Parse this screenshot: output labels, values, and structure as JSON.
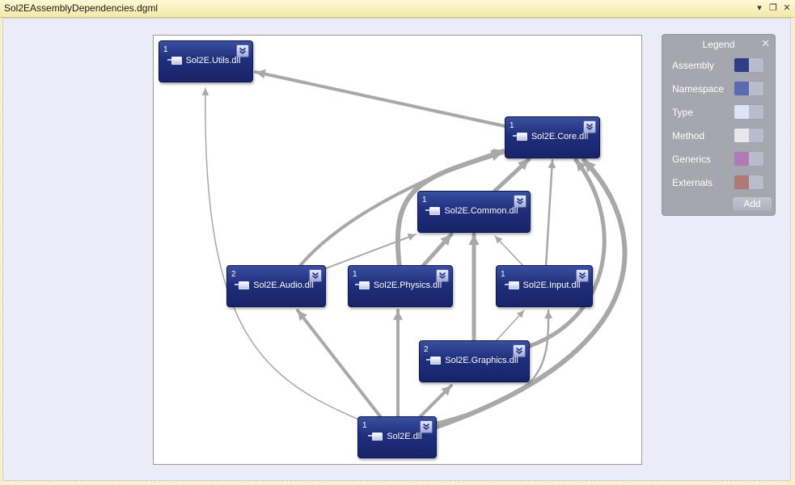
{
  "window": {
    "title": "Sol2EAssemblyDependencies.dgml",
    "controls": {
      "dropdown": "▾",
      "restore": "❐",
      "close": "✕"
    }
  },
  "nodes": [
    {
      "id": "utils",
      "count": "1",
      "label": "Sol2E.Utils.dll"
    },
    {
      "id": "core",
      "count": "1",
      "label": "Sol2E.Core.dll"
    },
    {
      "id": "common",
      "count": "1",
      "label": "Sol2E.Common.dll"
    },
    {
      "id": "audio",
      "count": "2",
      "label": "Sol2E.Audio.dll"
    },
    {
      "id": "physics",
      "count": "1",
      "label": "Sol2E.Physics.dll"
    },
    {
      "id": "input",
      "count": "1",
      "label": "Sol2E.Input.dll"
    },
    {
      "id": "graphics",
      "count": "2",
      "label": "Sol2E.Graphics.dll"
    },
    {
      "id": "main",
      "count": "1",
      "label": "Sol2E.dll"
    }
  ],
  "edges": [
    {
      "from": "core",
      "to": "utils"
    },
    {
      "from": "main",
      "to": "utils"
    },
    {
      "from": "common",
      "to": "core"
    },
    {
      "from": "audio",
      "to": "core"
    },
    {
      "from": "audio",
      "to": "common"
    },
    {
      "from": "physics",
      "to": "core"
    },
    {
      "from": "physics",
      "to": "common"
    },
    {
      "from": "input",
      "to": "core"
    },
    {
      "from": "input",
      "to": "common"
    },
    {
      "from": "graphics",
      "to": "core"
    },
    {
      "from": "graphics",
      "to": "common"
    },
    {
      "from": "graphics",
      "to": "input"
    },
    {
      "from": "main",
      "to": "audio"
    },
    {
      "from": "main",
      "to": "physics"
    },
    {
      "from": "main",
      "to": "graphics"
    },
    {
      "from": "main",
      "to": "input"
    },
    {
      "from": "main",
      "to": "core"
    }
  ],
  "legend": {
    "title": "Legend",
    "close": "✕",
    "items": [
      {
        "name": "Assembly",
        "color": "#2e3f86"
      },
      {
        "name": "Namespace",
        "color": "#5a6bb0"
      },
      {
        "name": "Type",
        "color": "#dde4f8"
      },
      {
        "name": "Method",
        "color": "#e8e8ea"
      },
      {
        "name": "Generics",
        "color": "#b07ab2"
      },
      {
        "name": "Externals",
        "color": "#b07a74"
      }
    ],
    "add_label": "Add"
  },
  "expand_icon": "chevron-double-down-icon",
  "edge_color": "#a8a8a8"
}
